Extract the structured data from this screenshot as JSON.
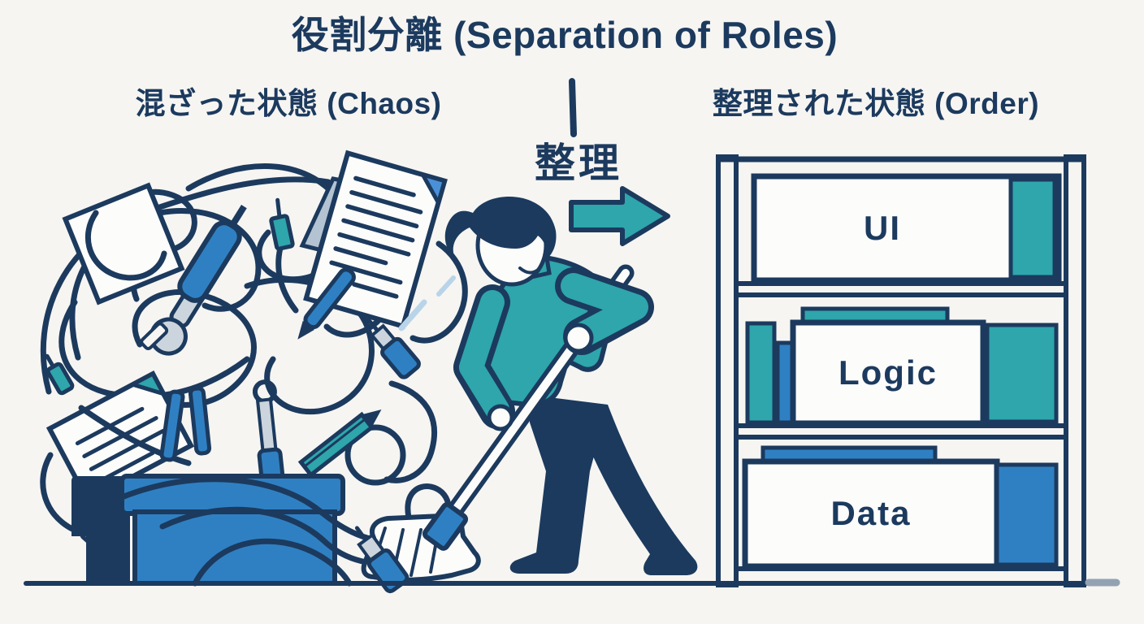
{
  "title": "役割分離 (Separation of Roles)",
  "left_section": {
    "label": "混ざった状態 (Chaos)"
  },
  "right_section": {
    "label": "整理された状態 (Order)"
  },
  "transition": {
    "label": "整理",
    "arrow_icon": "arrow-right"
  },
  "shelf": {
    "items": [
      {
        "label": "UI"
      },
      {
        "label": "Logic"
      },
      {
        "label": "Data"
      }
    ]
  },
  "colors": {
    "navy": "#1c3a5e",
    "teal": "#2ea6ab",
    "blue": "#2f80c3",
    "background": "#f6f5f2",
    "paper_gray": "#b3c3d2",
    "metal_gray": "#ccd5dd",
    "light_blue": "#b9d4e8"
  }
}
